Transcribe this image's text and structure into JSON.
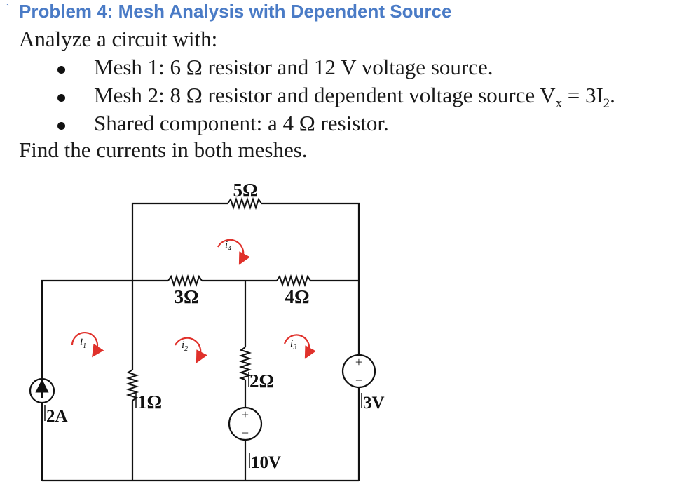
{
  "problem": {
    "title": "Problem 4: Mesh Analysis with Dependent Source",
    "intro": "Analyze a circuit with:",
    "bullets": [
      {
        "text": "Mesh 1: 6 Ω resistor and 12 V voltage source.",
        "sub": ""
      },
      {
        "text": "Mesh 2: 8 Ω resistor and dependent voltage source V",
        "sub": "x",
        "text2": " = 3I",
        "sub2": "2",
        "text3": "."
      },
      {
        "text": "Shared component: a 4 Ω resistor.",
        "sub": ""
      }
    ],
    "closing": "Find the currents in both meshes."
  },
  "circuit": {
    "resistors": {
      "r_top": "5Ω",
      "r_left_mid": "3Ω",
      "r_right_mid": "4Ω",
      "r_vertical_mid": "2Ω",
      "r_vertical_left": "1Ω"
    },
    "sources": {
      "current_source": "2A",
      "source_bottom": "10V",
      "source_right": "3V"
    },
    "mesh_currents": {
      "i1": "i",
      "i1_sub": "1",
      "i2": "i",
      "i2_sub": "2",
      "i3": "i",
      "i3_sub": "3",
      "i4": "i",
      "i4_sub": "4"
    },
    "colors": {
      "wire": "#111111",
      "arrow": "#e0312b"
    }
  }
}
